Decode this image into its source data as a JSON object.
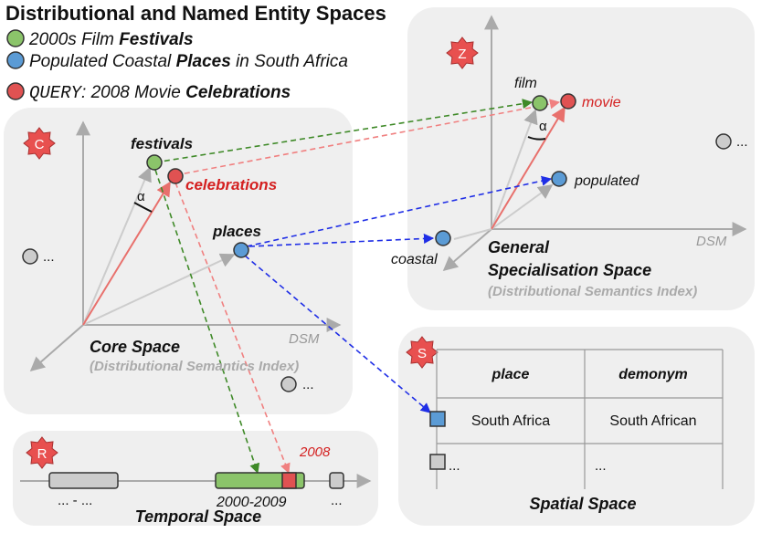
{
  "title": "Distributional and Named Entity Spaces",
  "legend": {
    "green": {
      "pre": "2000s Film ",
      "bold": "Festivals",
      "post": ""
    },
    "blue": {
      "pre": "Populated Coastal ",
      "bold": "Places",
      "post": " in South Africa"
    },
    "red": {
      "query": "QUERY",
      "pre": ": 2008 Movie ",
      "bold": "Celebrations"
    }
  },
  "badges": {
    "z": "Z",
    "c": "C",
    "s": "S",
    "r": "R"
  },
  "core": {
    "title": "Core Space",
    "subtitle": "(Distributional Semantics Index)",
    "dsm": "DSM",
    "alpha": "α",
    "ellipsis_left": "...",
    "ellipsis_bottom": "...",
    "festivals": "festivals",
    "celebrations": "celebrations",
    "places": "places"
  },
  "general": {
    "title_line1": "General",
    "title_line2": "Specialisation Space",
    "subtitle": "(Distributional Semantics Index)",
    "dsm": "DSM",
    "alpha": "α",
    "film": "film",
    "movie": "movie",
    "populated": "populated",
    "coastal": "coastal",
    "ellipsis": "..."
  },
  "spatial": {
    "title": "Spatial Space",
    "headers": [
      "place",
      "demonym"
    ],
    "rows": [
      [
        "South Africa",
        "South African"
      ],
      [
        "...",
        "..."
      ]
    ]
  },
  "temporal": {
    "title": "Temporal Space",
    "label_2008": "2008",
    "label_range": "2000-2009",
    "label_left": "... - ...",
    "label_right": "..."
  },
  "colors": {
    "green": "#8bc46a",
    "blue": "#5b9bd5",
    "red": "#e05252",
    "grey": "#cccccc",
    "panel": "#efefef",
    "badge": "#e8504f",
    "arrow_red": "#e8706c",
    "arrow_grey": "#aaaaaa",
    "dash_green": "#3f8a28",
    "dash_blue": "#1f2ee6",
    "dash_red": "#f08080",
    "text_red": "#d42020",
    "text_grey": "#999999"
  }
}
